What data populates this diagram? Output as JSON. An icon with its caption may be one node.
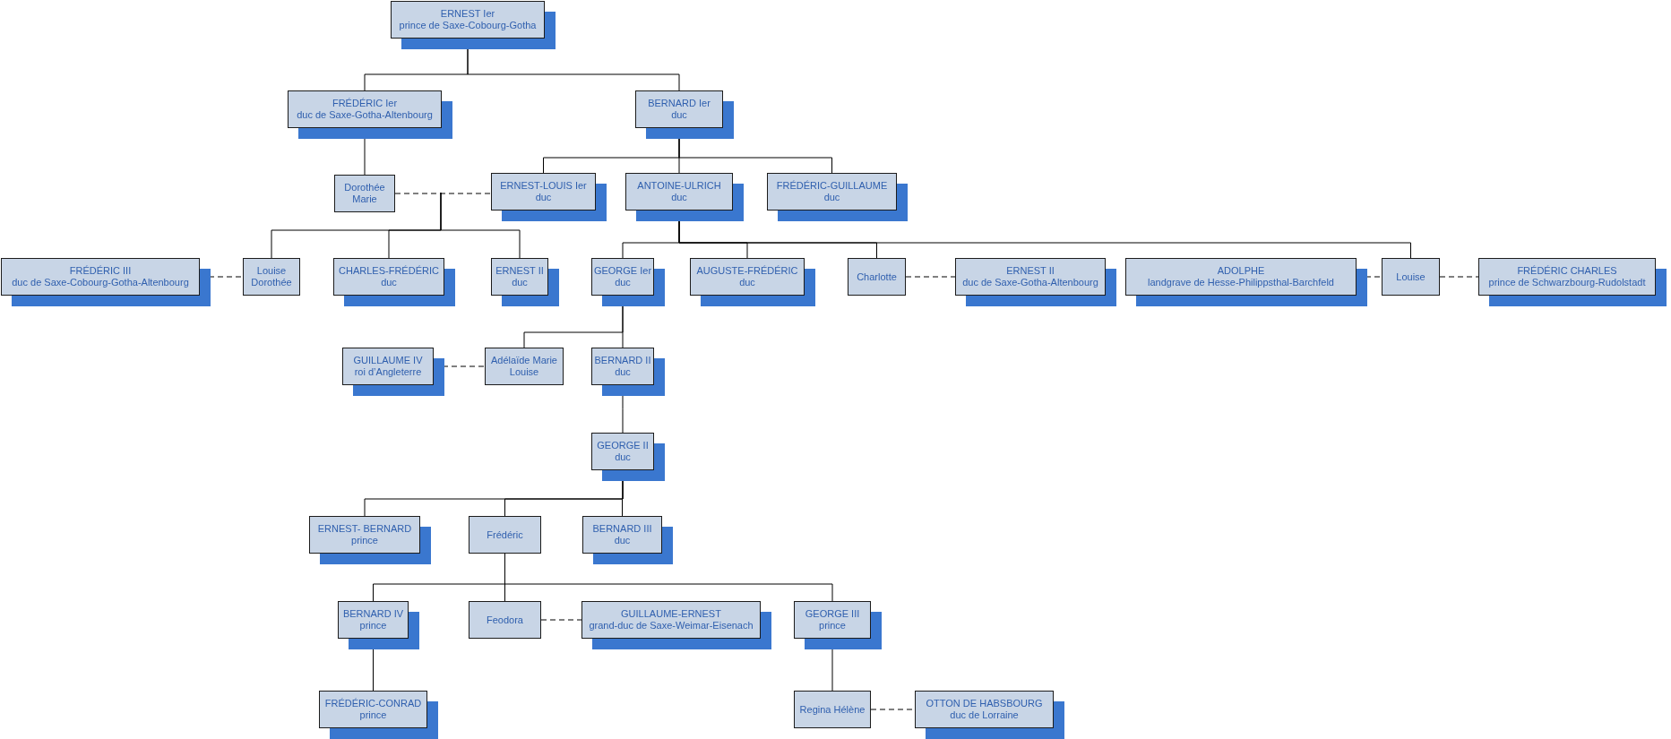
{
  "diagram": {
    "nodes": [
      {
        "text": [
          "ERNEST Ier",
          "prince de Saxe-Cobourg-Gotha"
        ]
      },
      {
        "text": [
          "FRÉDÉRIC Ier",
          "duc de Saxe-Gotha-Altenbourg"
        ]
      },
      {
        "text": [
          "BERNARD Ier",
          "duc"
        ]
      },
      {
        "text": [
          "Dorothée Marie"
        ]
      },
      {
        "text": [
          "ERNEST-LOUIS Ier",
          "duc"
        ]
      },
      {
        "text": [
          "ANTOINE-ULRICH",
          "duc"
        ]
      },
      {
        "text": [
          "FRÉDÉRIC-GUILLAUME",
          "duc"
        ]
      },
      {
        "text": [
          "FRÉDÉRIC III",
          "duc de Saxe-Cobourg-Gotha-Altenbourg"
        ]
      },
      {
        "text": [
          "Louise Dorothée"
        ]
      },
      {
        "text": [
          "CHARLES-FRÉDÉRIC",
          "duc"
        ]
      },
      {
        "text": [
          "ERNEST II",
          "duc"
        ]
      },
      {
        "text": [
          "GEORGE Ier",
          "duc"
        ]
      },
      {
        "text": [
          "AUGUSTE-FRÉDÉRIC",
          "duc"
        ]
      },
      {
        "text": [
          "Charlotte"
        ]
      },
      {
        "text": [
          "ERNEST II",
          "duc de Saxe-Gotha-Altenbourg"
        ]
      },
      {
        "text": [
          "ADOLPHE",
          "landgrave de Hesse-Philippsthal-Barchfeld"
        ]
      },
      {
        "text": [
          "Louise"
        ]
      },
      {
        "text": [
          "FRÉDÉRIC CHARLES",
          "prince de Schwarzbourg-Rudolstadt"
        ]
      },
      {
        "text": [
          "GUILLAUME IV",
          "roi d’Angleterre"
        ]
      },
      {
        "text": [
          "Adélaïde Marie Louise"
        ]
      },
      {
        "text": [
          "BERNARD II",
          "duc"
        ]
      },
      {
        "text": [
          "GEORGE II",
          "duc"
        ]
      },
      {
        "text": [
          "ERNEST- BERNARD",
          "prince"
        ]
      },
      {
        "text": [
          "Frédéric"
        ]
      },
      {
        "text": [
          "BERNARD III",
          "duc"
        ]
      },
      {
        "text": [
          "BERNARD IV",
          "prince"
        ]
      },
      {
        "text": [
          "Feodora"
        ]
      },
      {
        "text": [
          "GUILLAUME-ERNEST",
          "grand-duc de Saxe-Weimar-Eisenach"
        ]
      },
      {
        "text": [
          "GEORGE III",
          "prince"
        ]
      },
      {
        "text": [
          "FRÉDÉRIC-CONRAD",
          "prince"
        ]
      },
      {
        "text": [
          "Regina Hélène"
        ]
      },
      {
        "text": [
          "OTTON DE HABSBOURG",
          "duc de Lorraine"
        ]
      }
    ],
    "edges": [
      {
        "from": 0,
        "to": 1,
        "arrow": "none"
      },
      {
        "from": 0,
        "to": 2,
        "arrow": "none"
      },
      {
        "from": 1,
        "to": 3,
        "arrow": "none"
      },
      {
        "from": 2,
        "to": 4,
        "arrow": "none"
      },
      {
        "from": 2,
        "to": 5,
        "arrow": "none"
      },
      {
        "from": 2,
        "to": 6,
        "arrow": "none"
      },
      {
        "from": 3,
        "to": 4,
        "arrow": "none",
        "style": "dashed"
      },
      {
        "from": null,
        "to": 8,
        "arrow": "none"
      },
      {
        "from": null,
        "to": 9,
        "arrow": "none"
      },
      {
        "from": null,
        "to": 10,
        "arrow": "none"
      },
      {
        "from": 7,
        "to": 8,
        "arrow": "none",
        "style": "dashed"
      },
      {
        "from": 5,
        "to": 11,
        "arrow": "none"
      },
      {
        "from": 5,
        "to": 12,
        "arrow": "none"
      },
      {
        "from": 5,
        "to": 13,
        "arrow": "none"
      },
      {
        "from": 5,
        "to": 16,
        "arrow": "none"
      },
      {
        "from": 13,
        "to": 14,
        "arrow": "none",
        "style": "dashed"
      },
      {
        "from": 15,
        "to": 16,
        "arrow": "none",
        "style": "dashed"
      },
      {
        "from": 16,
        "to": 17,
        "arrow": "none",
        "style": "dashed"
      },
      {
        "from": 11,
        "to": 19,
        "arrow": "none"
      },
      {
        "from": 11,
        "to": 20,
        "arrow": "none"
      },
      {
        "from": 18,
        "to": 19,
        "arrow": "none",
        "style": "dashed"
      },
      {
        "from": 20,
        "to": 21,
        "arrow": "none"
      },
      {
        "from": 21,
        "to": 22,
        "arrow": "none"
      },
      {
        "from": 21,
        "to": 23,
        "arrow": "none"
      },
      {
        "from": 21,
        "to": 24,
        "arrow": "none"
      },
      {
        "from": 23,
        "to": 25,
        "arrow": "none"
      },
      {
        "from": 23,
        "to": 26,
        "arrow": "none"
      },
      {
        "from": 23,
        "to": 28,
        "arrow": "none"
      },
      {
        "from": 26,
        "to": 27,
        "arrow": "none",
        "style": "dashed"
      },
      {
        "from": 25,
        "to": 29,
        "arrow": "none"
      },
      {
        "from": 28,
        "to": 30,
        "arrow": "none"
      },
      {
        "from": 30,
        "to": 31,
        "arrow": "none",
        "style": "dashed"
      }
    ]
  }
}
